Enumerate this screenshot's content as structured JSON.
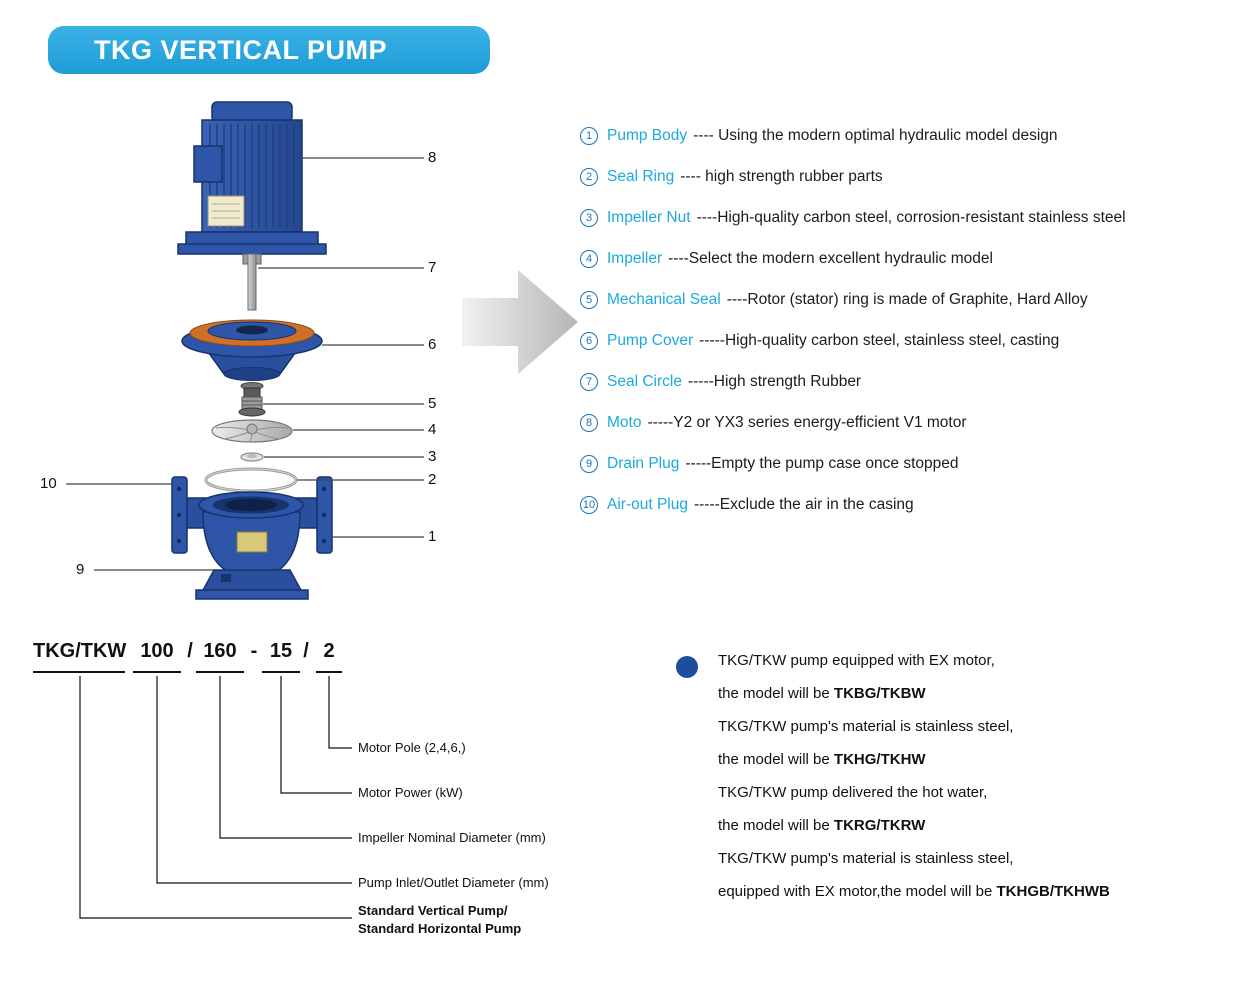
{
  "header": {
    "title": "TKG VERTICAL PUMP"
  },
  "colors": {
    "banner_blue": "#2BA7DF",
    "part_name_cyan": "#1BAADD",
    "circled_number_blue": "#1A73B8",
    "pump_body_blue": "#2E55A8",
    "bullet_blue": "#1D4E9E"
  },
  "diagram": {
    "callouts": [
      "8",
      "7",
      "6",
      "5",
      "4",
      "3",
      "2",
      "1",
      "10",
      "9"
    ]
  },
  "parts_list": {
    "items": [
      {
        "num": "1",
        "name": "Pump Body",
        "desc": "---- Using the modern optimal hydraulic model design"
      },
      {
        "num": "2",
        "name": "Seal Ring",
        "desc": "---- high strength rubber parts"
      },
      {
        "num": "3",
        "name": "Impeller Nut",
        "desc": "----High-quality carbon steel, corrosion-resistant stainless steel"
      },
      {
        "num": "4",
        "name": "Impeller",
        "desc": "----Select the modern excellent hydraulic model"
      },
      {
        "num": "5",
        "name": "Mechanical Seal",
        "desc": "----Rotor (stator) ring is made of Graphite, Hard Alloy"
      },
      {
        "num": "6",
        "name": "Pump Cover",
        "desc": "-----High-quality carbon steel, stainless steel, casting"
      },
      {
        "num": "7",
        "name": "Seal Circle",
        "desc": "-----High strength Rubber"
      },
      {
        "num": "8",
        "name": "Moto",
        "desc": "-----Y2 or YX3 series energy-efficient V1 motor"
      },
      {
        "num": "9",
        "name": "Drain Plug",
        "desc": "-----Empty the pump case once stopped"
      },
      {
        "num": "10",
        "name": "Air-out Plug",
        "desc": "-----Exclude the air in the casing"
      }
    ]
  },
  "model_code": {
    "segments": [
      "TKG/TKW",
      "100",
      "/",
      "160",
      "-",
      "15",
      "/",
      "2"
    ],
    "labels": [
      "Motor Pole (2,4,6,)",
      "Motor Power (kW)",
      "Impeller Nominal Diameter (mm)",
      "Pump Inlet/Outlet Diameter (mm)",
      "Standard Vertical Pump/",
      "Standard Horizontal Pump"
    ]
  },
  "notes": {
    "lines": [
      {
        "pre": "TKG/TKW pump equipped with EX motor,",
        "bold": ""
      },
      {
        "pre": "the model will be ",
        "bold": "TKBG/TKBW"
      },
      {
        "pre": "TKG/TKW pump's material is stainless steel,",
        "bold": ""
      },
      {
        "pre": "the model will be ",
        "bold": "TKHG/TKHW"
      },
      {
        "pre": "TKG/TKW pump delivered the hot water,",
        "bold": ""
      },
      {
        "pre": "the model will be ",
        "bold": "TKRG/TKRW"
      },
      {
        "pre": "TKG/TKW pump's material is stainless steel,",
        "bold": ""
      },
      {
        "pre": "equipped with EX motor,the model will be ",
        "bold": "TKHGB/TKHWB"
      }
    ]
  }
}
